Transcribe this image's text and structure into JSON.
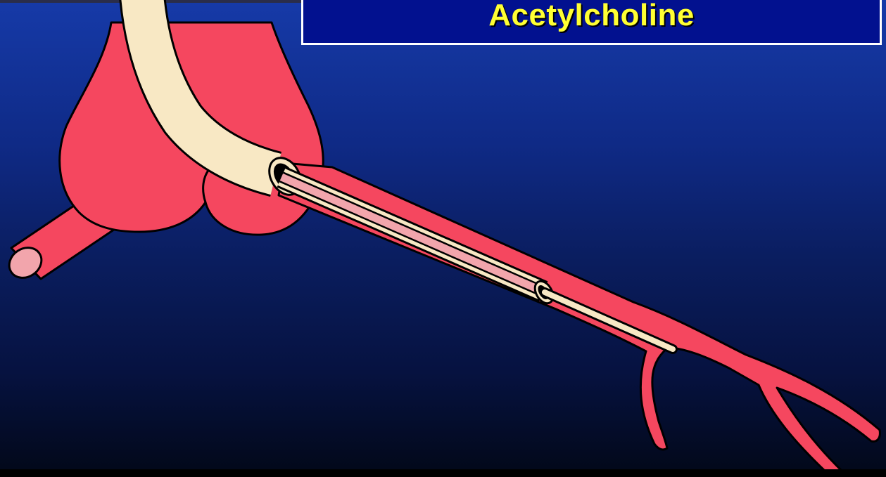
{
  "title": "Acetylcholine",
  "colors": {
    "title_text": "#ffff33",
    "title_box": "#02118f",
    "artery": "#f5475f",
    "lumen": "#f2a5ac",
    "catheter": "#f8e8c4",
    "outline": "#000000"
  },
  "illustration": {
    "parts": [
      "heart-silhouette",
      "side-vessel",
      "guiding-catheter",
      "coronary-artery",
      "inner-catheter",
      "guidewire"
    ]
  }
}
